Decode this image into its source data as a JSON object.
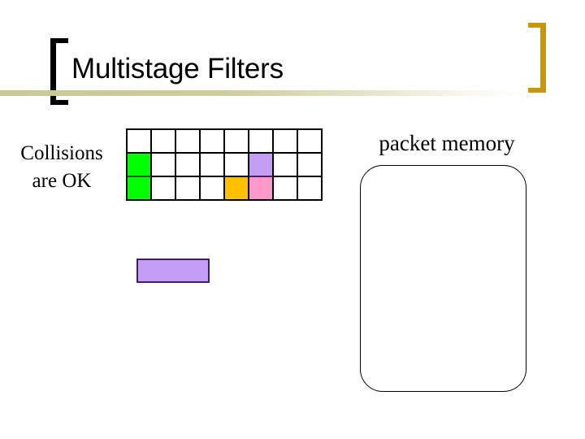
{
  "slide": {
    "title": "Multistage Filters",
    "background_color": "#ffffff",
    "title_rule_color": "#c9c896",
    "bracket_left_color": "#000000",
    "bracket_right_color": "#c8960c"
  },
  "captions": {
    "collisions_line1": "Collisions",
    "collisions_line2": "are OK",
    "packet_memory": "packet memory"
  },
  "filter_grid": {
    "columns": 8,
    "rows": 3,
    "cells": [
      [
        "white",
        "white",
        "white",
        "white",
        "white",
        "white",
        "white",
        "white"
      ],
      [
        "green",
        "white",
        "white",
        "white",
        "white",
        "purple",
        "white",
        "white"
      ],
      [
        "green",
        "white",
        "white",
        "white",
        "orange",
        "pink",
        "white",
        "white"
      ]
    ],
    "colors": {
      "white": "#ffffff",
      "green": "#00ff00",
      "orange": "#ffc000",
      "purple": "#c49ef5",
      "pink": "#ff99cc"
    }
  },
  "legend_bar": {
    "color": "#c49ef5",
    "border_color": "#3d1f63"
  },
  "packet_memory_box": {
    "fill": "#ffffff",
    "border_color": "#000000"
  }
}
